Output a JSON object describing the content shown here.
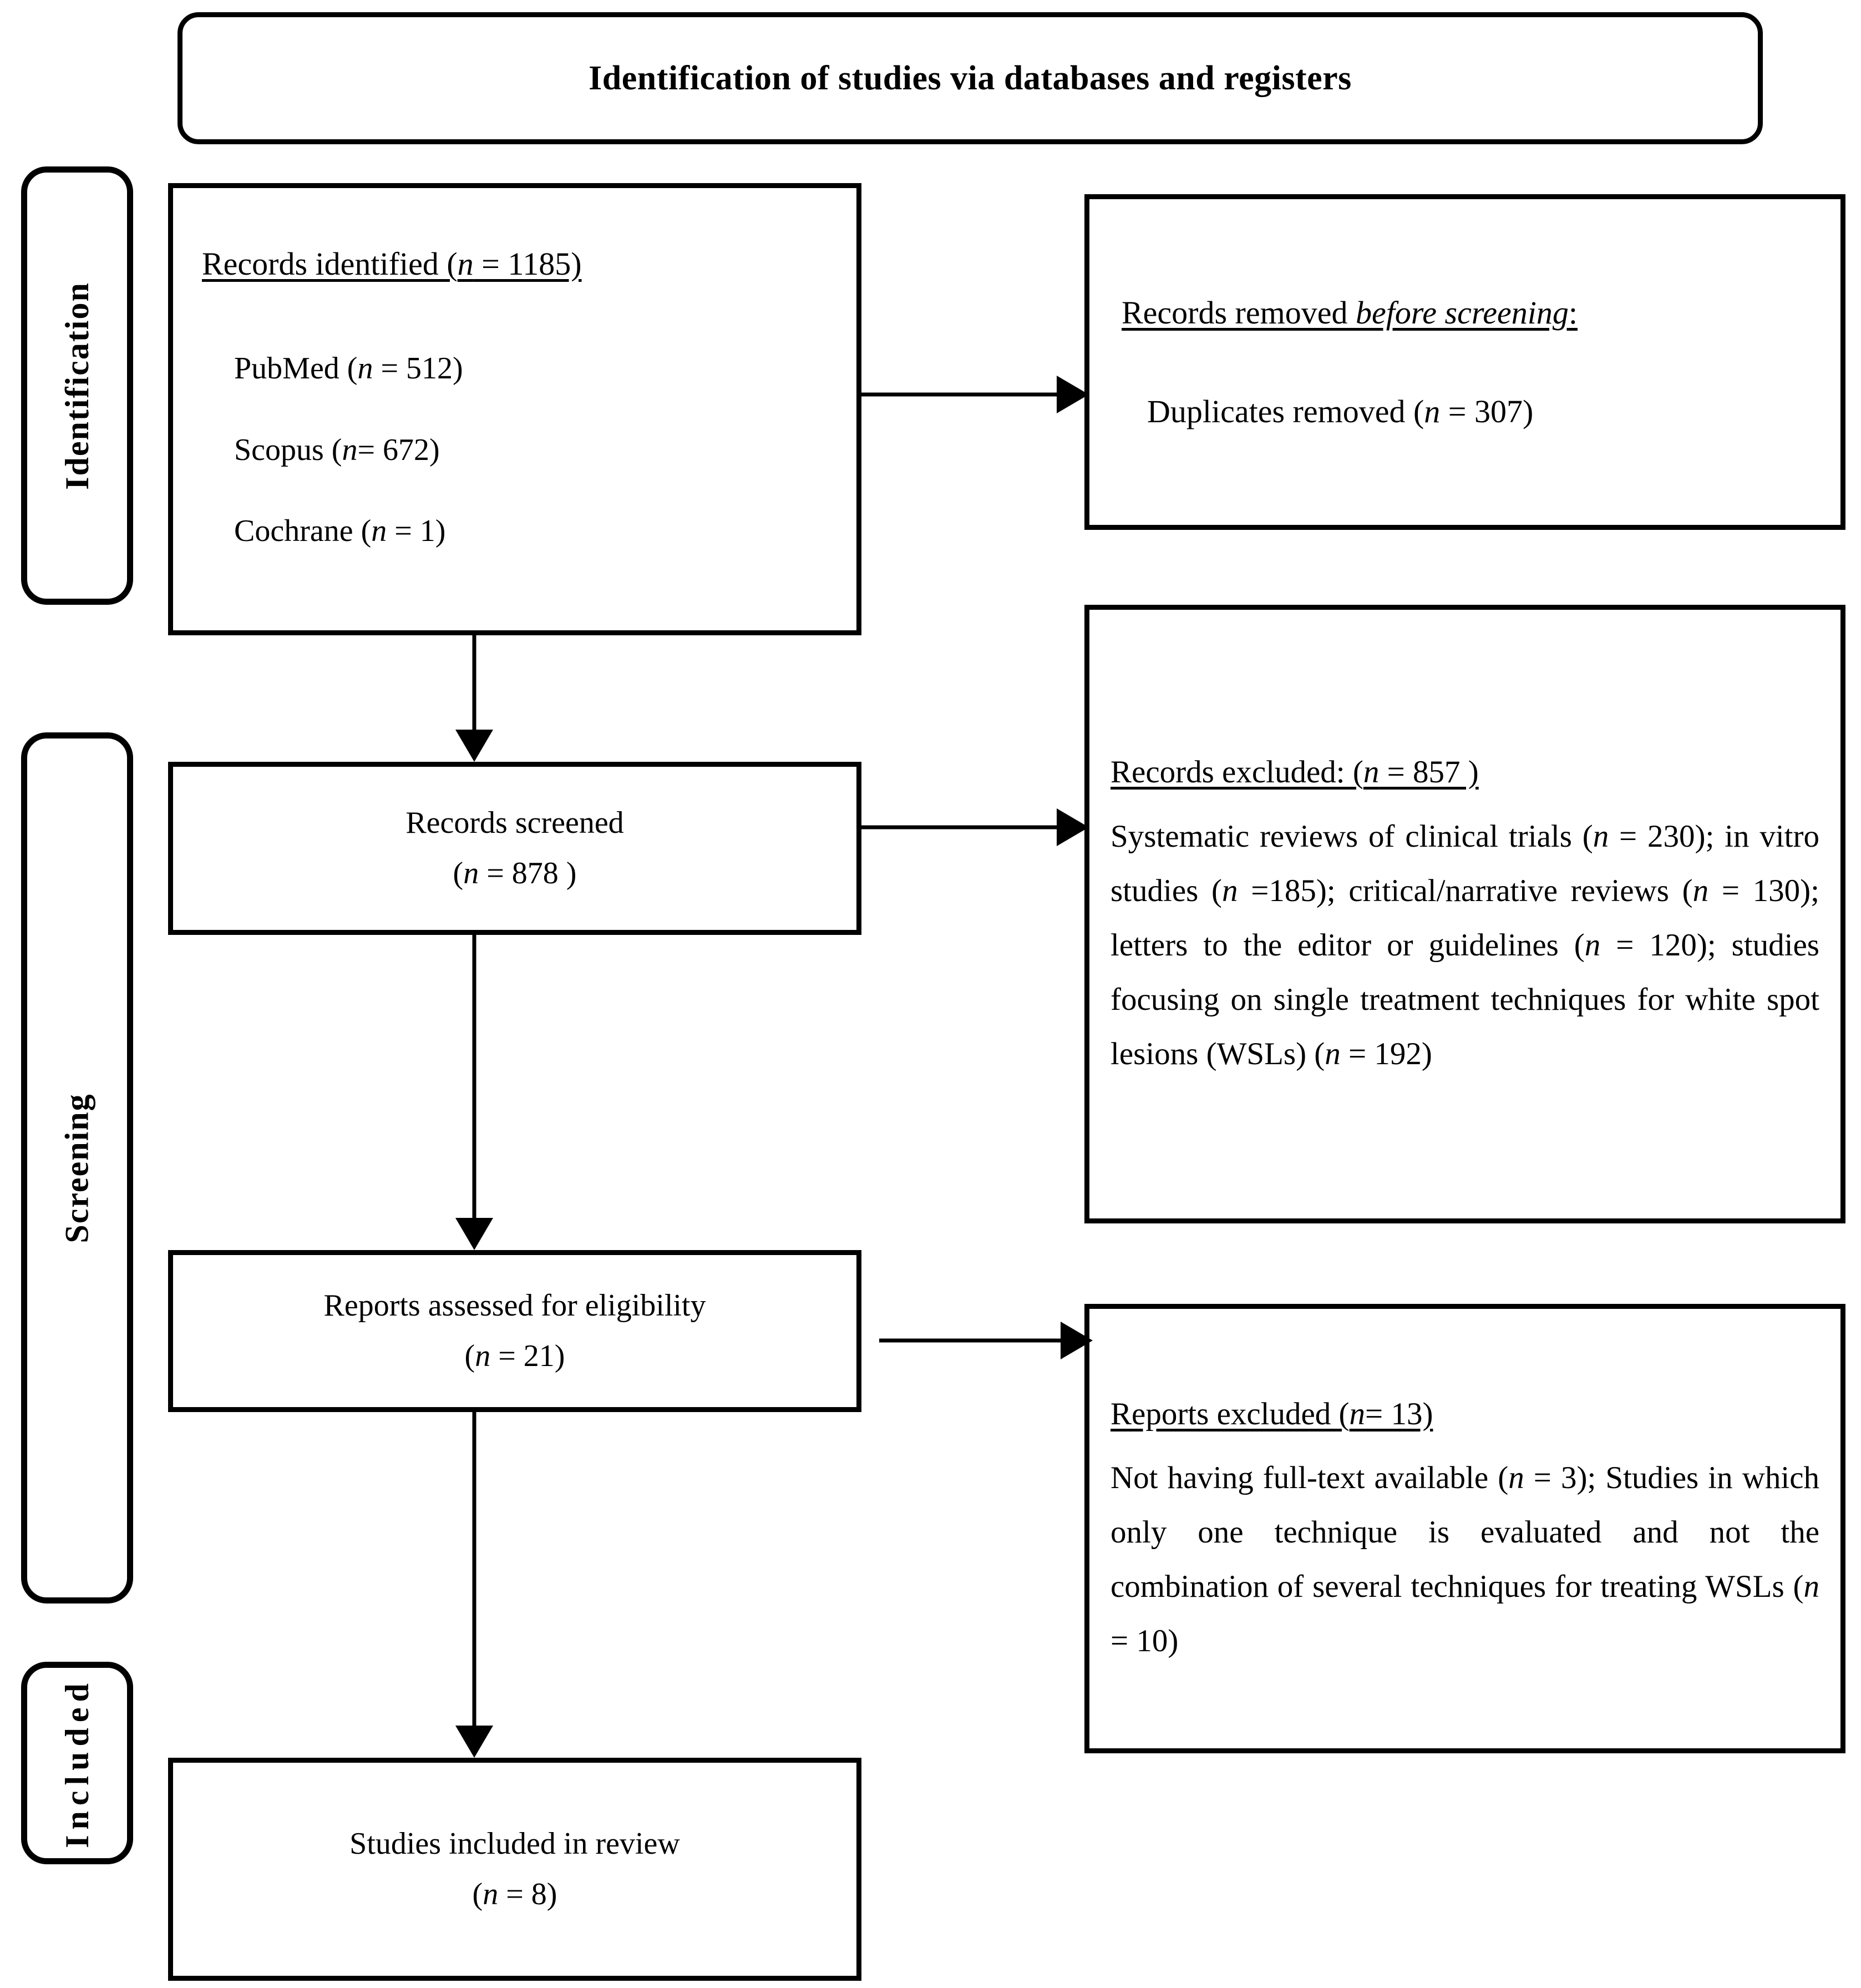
{
  "title": {
    "text": "Identification of studies via databases and registers"
  },
  "stages": [
    {
      "key": "identification",
      "label": "Identification"
    },
    {
      "key": "screening",
      "label": "Screening"
    },
    {
      "key": "included",
      "label": "Included"
    }
  ],
  "boxes": {
    "records_identified": {
      "heading": "Records identified (",
      "heading_n": "n",
      "heading_tail": " = 1185)",
      "sources": [
        {
          "name": "PubMed (",
          "n": "n",
          "value": " = 512)"
        },
        {
          "name": "Scopus (",
          "n": "n",
          "value": "= 672)"
        },
        {
          "name": "Cochrane (",
          "n": "n",
          "value": " = 1)"
        }
      ]
    },
    "records_removed": {
      "heading_a": "Records removed ",
      "heading_b": "before screening",
      "heading_c": ":",
      "body_a": "Duplicates removed (",
      "body_n": "n",
      "body_b": " = 307)"
    },
    "records_screened": {
      "line1": "Records screened",
      "line2_a": "(",
      "line2_n": "n",
      "line2_b": " = 878 )"
    },
    "records_excluded": {
      "heading_a": "Records excluded: (",
      "heading_n": "n",
      "heading_b": " = 857 )",
      "body": "Systematic reviews of clinical trials (n = 230); in vitro studies (n =185); critical/narrative reviews (n = 130); letters to the editor or guidelines (n = 120); studies focusing on single treatment techniques for white spot lesions (WSLs) (n = 192)"
    },
    "reports_assessed": {
      "line1": "Reports assessed for eligibility",
      "line2_a": "(",
      "line2_n": "n",
      "line2_b": " = 21)"
    },
    "reports_excluded": {
      "heading_a": "Reports excluded (",
      "heading_n": "n",
      "heading_b": "= 13)",
      "body": "Not having full-text available (n = 3); Studies in which only one technique is evaluated and not the combination of several techniques for treating WSLs (n = 10)"
    },
    "studies_included": {
      "line1": "Studies included in review",
      "line2_a": "(",
      "line2_n": "n",
      "line2_b": " = 8)"
    }
  },
  "arrows": [
    {
      "name": "identified-to-removed",
      "direction": "right"
    },
    {
      "name": "screened-to-records-excluded",
      "direction": "right"
    },
    {
      "name": "assessed-to-reports-excluded",
      "direction": "right"
    },
    {
      "name": "identified-to-screened",
      "direction": "down"
    },
    {
      "name": "screened-to-assessed",
      "direction": "down"
    },
    {
      "name": "assessed-to-included",
      "direction": "down"
    }
  ],
  "colors": {
    "stroke": "#000000",
    "background": "#ffffff",
    "text": "#000000"
  }
}
